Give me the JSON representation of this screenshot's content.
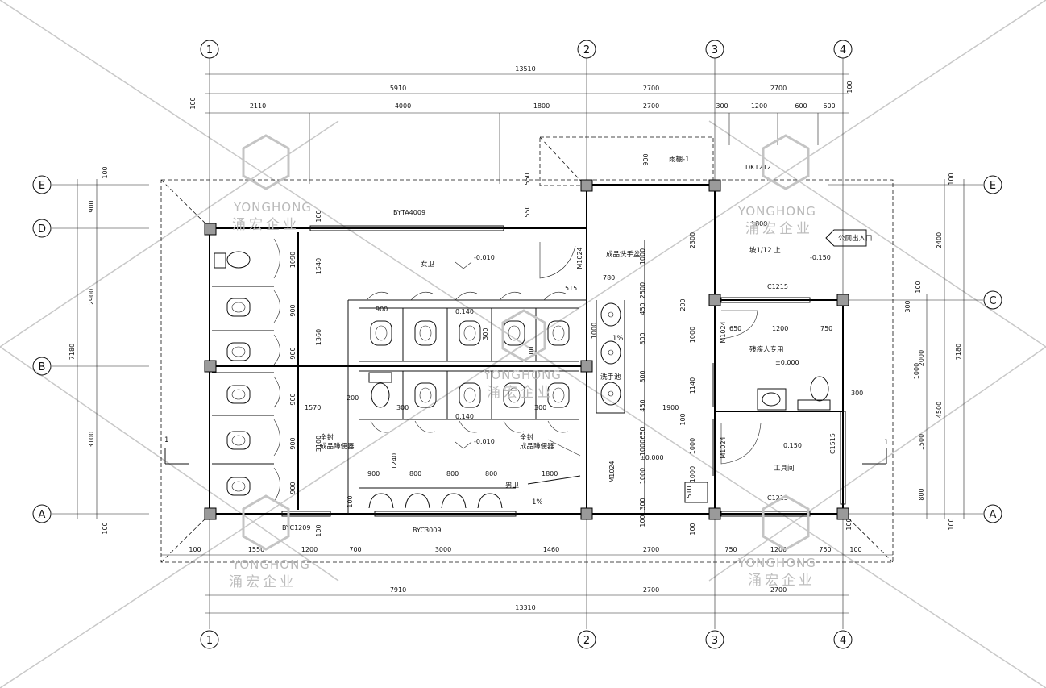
{
  "axes": {
    "top": [
      "1",
      "2",
      "3",
      "4"
    ],
    "bottom": [
      "1",
      "2",
      "3",
      "4"
    ],
    "left": [
      "E",
      "D",
      "B",
      "A"
    ],
    "right": [
      "E",
      "C",
      "A"
    ]
  },
  "dimensions": {
    "top_total": "13510",
    "top_sub": [
      "5910",
      "2700",
      "2700",
      "100"
    ],
    "top_detail": [
      "100",
      "2110",
      "4000",
      "1800",
      "2700",
      "300",
      "1200",
      "600",
      "600"
    ],
    "bottom_row1": [
      "100",
      "1550",
      "1200",
      "700",
      "3000",
      "1460",
      "2700",
      "750",
      "1200",
      "750",
      "100"
    ],
    "bottom_row2": [
      "7910",
      "2700",
      "2700"
    ],
    "bottom_total": "13310",
    "left_outer": [
      "100",
      "900",
      "2900",
      "3100",
      "100"
    ],
    "left_total": "7180",
    "right_outer": [
      "100",
      "2400",
      "4500",
      "100"
    ],
    "right_total": "7180",
    "right_inner": [
      "100",
      "300",
      "2000",
      "1500",
      "800"
    ],
    "interior": [
      "900",
      "550",
      "550",
      "1090",
      "900",
      "1540",
      "900",
      "1360",
      "900",
      "1570",
      "3100",
      "900",
      "900",
      "900",
      "515",
      "780",
      "1000",
      "2500",
      "450",
      "800",
      "800",
      "450",
      "650",
      "1000",
      "1000",
      "300",
      "2300",
      "200",
      "1000",
      "1140",
      "100",
      "1000",
      "1000",
      "1900",
      "650",
      "1200",
      "750",
      "300",
      "900",
      "1800",
      "800",
      "800",
      "800",
      "1240",
      "1800",
      "200",
      "300",
      "300",
      "300",
      "100",
      "100",
      "100",
      "100",
      "100",
      "100",
      "100",
      "510",
      "1000",
      "1000"
    ]
  },
  "labels": {
    "women": "女卫",
    "men": "男卫",
    "sink_area": "洗手池",
    "basin_label": "成品洗手盆",
    "accessible": "残疾人专用",
    "tool_room": "工具间",
    "public_entrance": "公厕出入口",
    "ramp": "坡1/12   上",
    "corridor": "雨棚-1",
    "squat_left_1": "全封",
    "squat_left_2": "成品蹲便器",
    "squat_right_1": "全封",
    "squat_right_2": "成品蹲便器",
    "section_mark": "1"
  },
  "codes": {
    "window_top": "BYTA4009",
    "window_bottom_left": "BYC1209",
    "window_bottom_mid": "BYC3009",
    "dk": "DK1212",
    "door1": "M1024",
    "door2": "M1024",
    "door3": "M1024",
    "door4": "M1024",
    "c_top": "C1215",
    "c_bottom": "C1215",
    "c_right": "C1515"
  },
  "elevations": {
    "women": "-0.010",
    "men": "-0.010",
    "e1": "0.140",
    "e2": "0.140",
    "ramp": "-0.150",
    "accessible": "±0.000",
    "corridor": "±0.000",
    "tool": "0.150"
  },
  "slopes": {
    "s1": "1%",
    "s2": "1%"
  },
  "watermark": {
    "en": "YONGHONG",
    "cn": "涌宏企业"
  }
}
